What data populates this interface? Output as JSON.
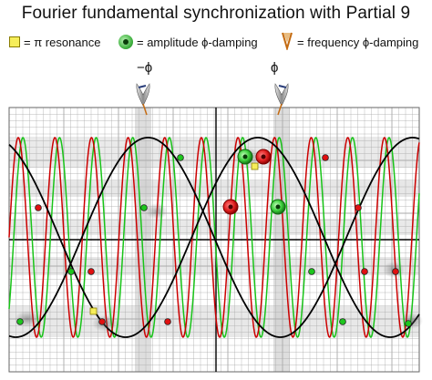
{
  "title": "Fourier fundamental synchronization with Partial 9",
  "legend": {
    "resonance": "= π resonance",
    "amplitude": "= amplitude ϕ-damping",
    "frequency": "= frequency ϕ-damping"
  },
  "markers": {
    "minus_phi": "−ϕ",
    "phi": "ϕ"
  },
  "colors": {
    "fundamental": "#000000",
    "partial_red": "#cc0000",
    "partial_green": "#18c418",
    "resonance": "#f6ee5a",
    "grid": "#9a9a9a"
  },
  "chart_data": {
    "type": "line",
    "series": [
      {
        "color": "black",
        "cycles": 2
      },
      {
        "color": "red",
        "cycles": 18
      },
      {
        "color": "green",
        "cycles": 18
      }
    ]
  }
}
